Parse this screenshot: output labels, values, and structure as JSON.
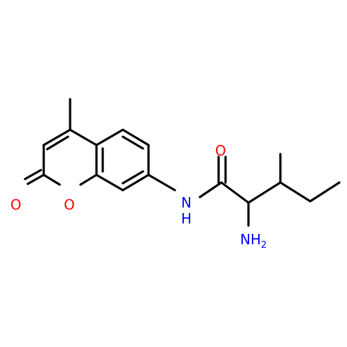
{
  "molecule": {
    "atoms": {
      "O_carbonyl": "O",
      "O_ring": "O",
      "N_amide": "N",
      "H_amide": "H",
      "O_amide": "O",
      "N_amine": "NH",
      "N_amine_sub": "2"
    },
    "colors": {
      "carbon_bonds": "#000000",
      "oxygen": "#ff0000",
      "nitrogen": "#0000ff",
      "background": "#ffffff"
    }
  }
}
